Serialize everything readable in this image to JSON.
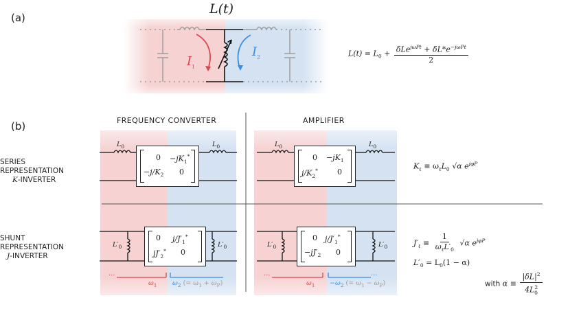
{
  "panel_a": {
    "label": "(a)",
    "lt_title": "L(t)",
    "i1": "I",
    "i1_sub": "1",
    "i2": "I",
    "i2_sub": "2",
    "equation": {
      "lhs": "L(t) = L",
      "lhs_sub": "0",
      "num": "δLe",
      "num_sup": "jωPt",
      "num_plus": " + δL*e",
      "num_sup2": "−jωPt",
      "den": "2"
    }
  },
  "panel_b": {
    "label": "(b)",
    "header_left": "FREQUENCY CONVERTER",
    "header_right": "AMPLIFIER",
    "row1_line1": "SERIES",
    "row1_line2": "REPRESENTATION",
    "row1_line3_math": "K",
    "row1_line3": "-INVERTER",
    "row2_line1": "SHUNT",
    "row2_line2": "REPRESENTATION",
    "row2_line3_math": "J",
    "row2_line3": "-INVERTER",
    "inductor_series": "L",
    "inductor_series_sub": "0",
    "inductor_shunt": "L′",
    "inductor_shunt_sub": "0",
    "m1": {
      "a": "0",
      "b": "−jK",
      "b_sub": "1",
      "b_sup": "*",
      "c": "−j/K",
      "c_sub": "2",
      "d": "0"
    },
    "m2": {
      "a": "0",
      "b": "−jK",
      "b_sub": "1",
      "c": "j/K",
      "c_sub": "2",
      "c_sup": "*",
      "d": "0"
    },
    "m3": {
      "a": "0",
      "b": "j/J′",
      "b_sub": "1",
      "b_sup": "*",
      "c": "jJ′",
      "c_sub": "2",
      "c_sup": "*",
      "d": "0"
    },
    "m4": {
      "a": "0",
      "b": "j/J′",
      "b_sub": "1",
      "b_sup": "*",
      "c": "−jJ′",
      "c_sub": "2",
      "d": "0"
    },
    "eq_k": {
      "lhs": "K",
      "lhs_sub": "ℓ",
      "rhs": "≡ ω",
      "rhs_sub": "ℓ",
      "rhs2": "L",
      "rhs2_sub": "0",
      "rhs3": "√α e",
      "rhs3_sup": "jφP"
    },
    "eq_j": {
      "lhs": "J′",
      "lhs_sub": "ℓ",
      "eqsign": "≡",
      "num": "1",
      "den": "ω",
      "den_sub": "ℓ",
      "den2": "L′",
      "den2_sub": "0",
      "rhs": "√α e",
      "rhs_sup": "jφP"
    },
    "eq_l": {
      "lhs": "L′",
      "lhs_sub": "0",
      "rhs": "= L",
      "rhs_sub": "0",
      "rhs2": "(1 − α)"
    },
    "eq_alpha": {
      "prefix": "with",
      "lhs": "α ≡",
      "num": "|δL|",
      "num_sup": "2",
      "den": "4L",
      "den_sub": "0",
      "den_sup": "2"
    },
    "omega_left": "ω",
    "omega_left_sub": "1",
    "omega_left_dots": "···",
    "omega_right_fc": "ω",
    "omega_right_fc_sub": "2",
    "omega_right_fc_paren": "(= ω",
    "omega_right_fc_s1": "1",
    "omega_right_fc_plus": " + ω",
    "omega_right_fc_s2": "P",
    "omega_right_fc_close": ")",
    "omega_right_amp": "−ω",
    "omega_right_amp_sub": "2",
    "omega_right_amp_paren": "(= ω",
    "omega_right_amp_s1": "1",
    "omega_right_amp_minus": " − ω",
    "omega_right_amp_s2": "P",
    "omega_right_amp_close": ")",
    "omega_right_dots": "···"
  },
  "colors": {
    "red": "#d9464f",
    "blue": "#3a8ee0",
    "red_bg": "#f6d2d2",
    "blue_bg": "#d4e2f2",
    "grey": "#999999",
    "ink": "#222222"
  }
}
